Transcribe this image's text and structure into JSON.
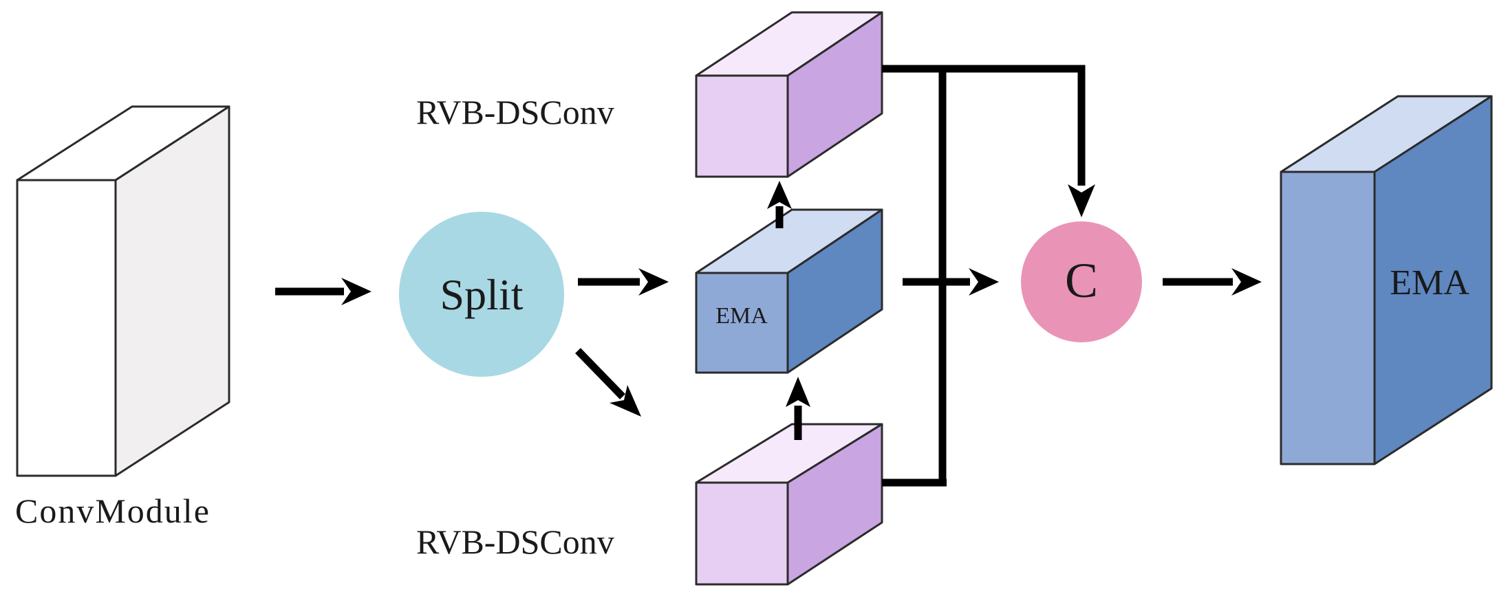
{
  "diagram": {
    "blocks": {
      "conv_module": {
        "label": "ConvModule"
      },
      "split": {
        "label": "Split"
      },
      "rvb_top": {
        "label": "RVB-DSConv"
      },
      "ema_mid": {
        "label": "EMA"
      },
      "rvb_bottom": {
        "label": "RVB-DSConv"
      },
      "concat": {
        "label": "C"
      },
      "ema_out": {
        "label": "EMA"
      }
    },
    "colors": {
      "conv_front": "#ffffff",
      "conv_side": "#f1eff0",
      "conv_top": "#ffffff",
      "split_fill": "#a8d8e4",
      "rvb_front": "#e7cff3",
      "rvb_side": "#c9a5e2",
      "rvb_top": "#f6e9fb",
      "ema_front": "#8fa9d6",
      "ema_side": "#5f87c0",
      "ema_top": "#cfdcf2",
      "concat_fill": "#e994b7",
      "arrow": "#000000"
    }
  }
}
